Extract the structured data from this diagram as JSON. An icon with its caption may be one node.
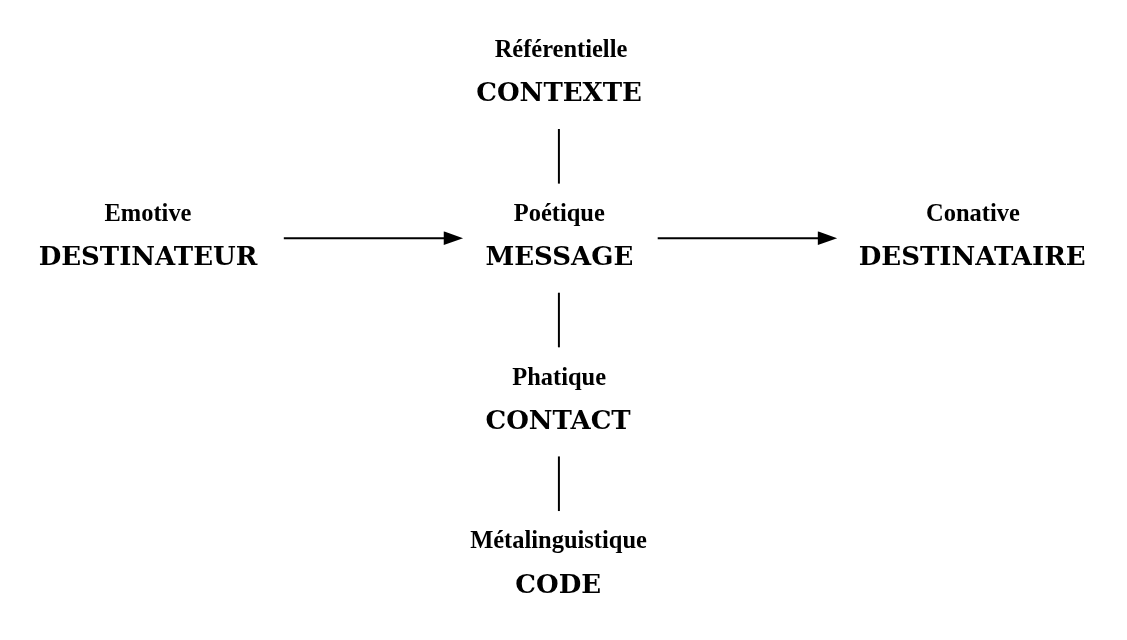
{
  "diagram": {
    "nodes": [
      {
        "text": [
          "Référentielle",
          "CONTEXTE"
        ]
      },
      {
        "text": [
          "Emotive",
          "DESTINATEUR"
        ]
      },
      {
        "text": [
          "Poétique",
          "MESSAGE"
        ]
      },
      {
        "text": [
          "Conative",
          "DESTINATAIRE"
        ]
      },
      {
        "text": [
          "Phatique",
          "CONTACT"
        ]
      },
      {
        "text": [
          "Métalinguistique",
          "CODE"
        ]
      }
    ],
    "edges": [
      {
        "from": 0,
        "to": 2,
        "arrow": "none"
      },
      {
        "from": 1,
        "to": 2,
        "arrow": "to"
      },
      {
        "from": 2,
        "to": 3,
        "arrow": "to"
      },
      {
        "from": 2,
        "to": 4,
        "arrow": "none"
      },
      {
        "from": 4,
        "to": 5,
        "arrow": "none"
      }
    ]
  }
}
